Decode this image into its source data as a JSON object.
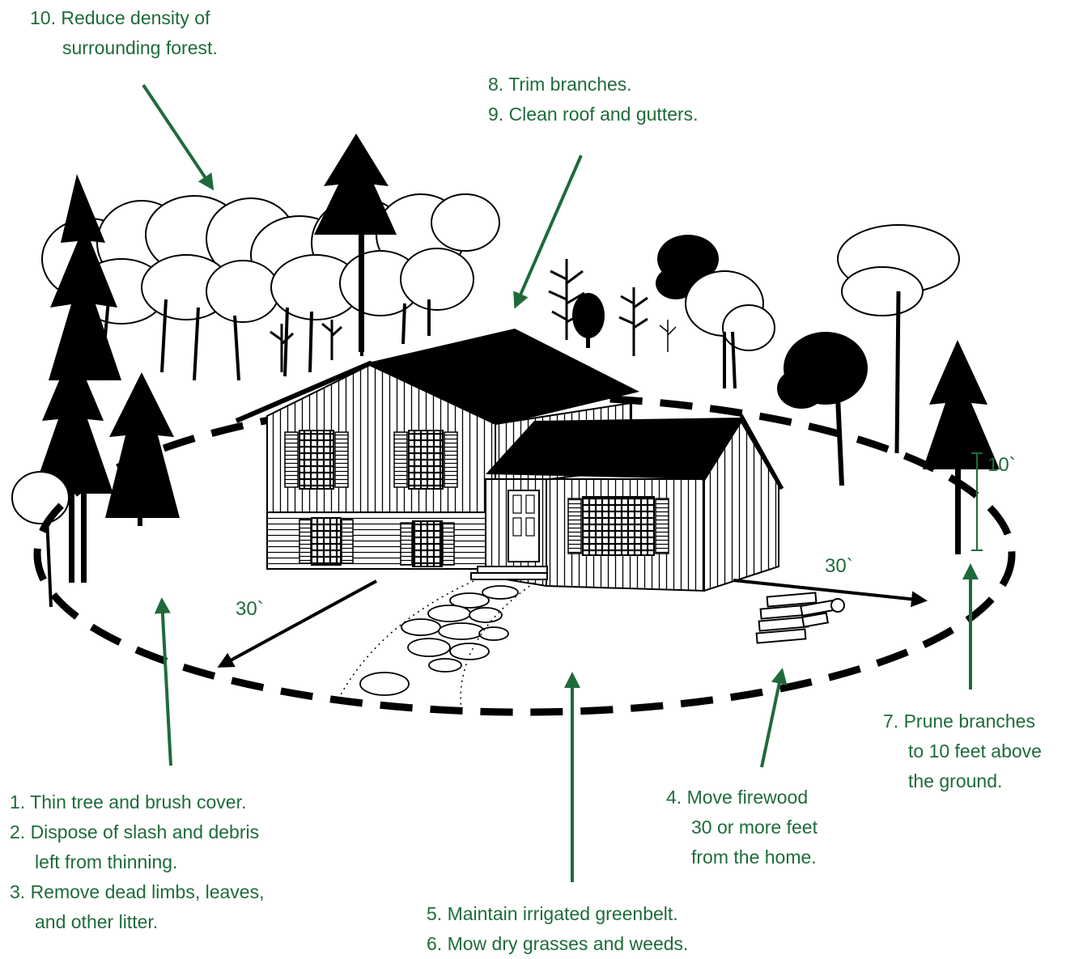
{
  "notes": {
    "forest": [
      "10. Reduce density of",
      "surrounding forest."
    ],
    "roof": [
      "8. Trim branches.",
      "9. Clean roof and gutters."
    ],
    "thin": [
      "1. Thin tree and brush cover.",
      "2. Dispose of slash and debris",
      "left from thinning.",
      "3. Remove dead limbs, leaves,",
      "and other litter."
    ],
    "greenbelt": [
      "5. Maintain irrigated greenbelt.",
      "6. Mow dry grasses and weeds."
    ],
    "firewood": [
      "4. Move firewood",
      "30 or more feet",
      "from the home."
    ],
    "prune": [
      "7. Prune branches",
      "to 10 feet above",
      "the ground."
    ]
  },
  "distances": {
    "left": "30`",
    "right": "30`",
    "height": "10`"
  },
  "colors": {
    "label_green": "#1e6b3a",
    "ink": "#000000",
    "background": "#ffffff"
  }
}
